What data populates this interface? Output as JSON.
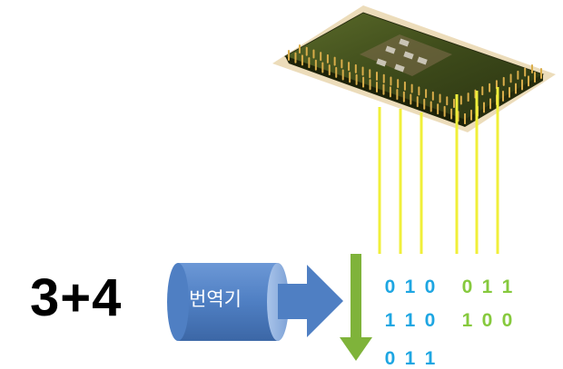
{
  "expression": "3+4",
  "translator": {
    "label": "번역기"
  },
  "binary": {
    "row1_left": [
      "0",
      "1",
      "0"
    ],
    "row1_right": [
      "0",
      "1",
      "1"
    ],
    "row2_left": [
      "1",
      "1",
      "0"
    ],
    "row2_right": [
      "1",
      "0",
      "0"
    ],
    "row3_left": [
      "0",
      "1",
      "1"
    ]
  },
  "colors": {
    "bits_blue": "#1ea6e2",
    "bits_green": "#86c93d",
    "translator_body": "#4f7fc3",
    "arrow_down": "#7fb33a",
    "pin_lines": "#f0ef3a"
  },
  "icons": {
    "cpu": "cpu-chip-icon",
    "translator": "cylinder-icon",
    "right_arrow": "arrow-right-icon",
    "down_arrow": "arrow-down-icon"
  }
}
